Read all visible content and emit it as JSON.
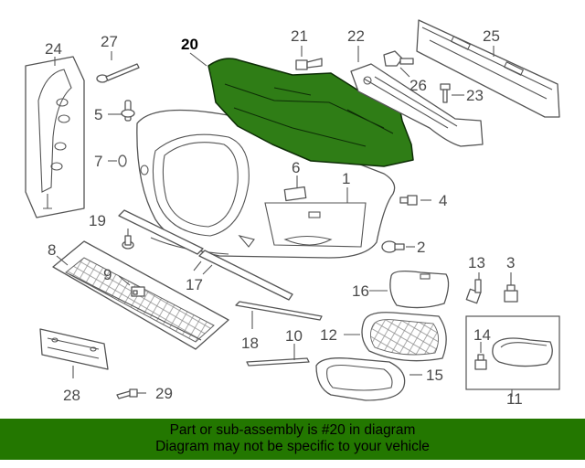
{
  "labels": {
    "p1": "1",
    "p2": "2",
    "p3": "3",
    "p4": "4",
    "p5": "5",
    "p6": "6",
    "p7": "7",
    "p8": "8",
    "p9": "9",
    "p10": "10",
    "p11": "11",
    "p12": "12",
    "p13": "13",
    "p14": "14",
    "p15": "15",
    "p16": "16",
    "p17": "17",
    "p18": "18",
    "p19": "19",
    "p20": "20",
    "p21": "21",
    "p22": "22",
    "p23": "23",
    "p24": "24",
    "p25": "25",
    "p26": "26",
    "p27": "27",
    "p28": "28",
    "p29": "29"
  },
  "highlight": {
    "part": "20",
    "color": "#237700"
  },
  "banner": {
    "line1": "Part or sub-assembly is #20 in diagram",
    "line2": "Diagram may not be specific to your vehicle",
    "color": "#237700"
  }
}
